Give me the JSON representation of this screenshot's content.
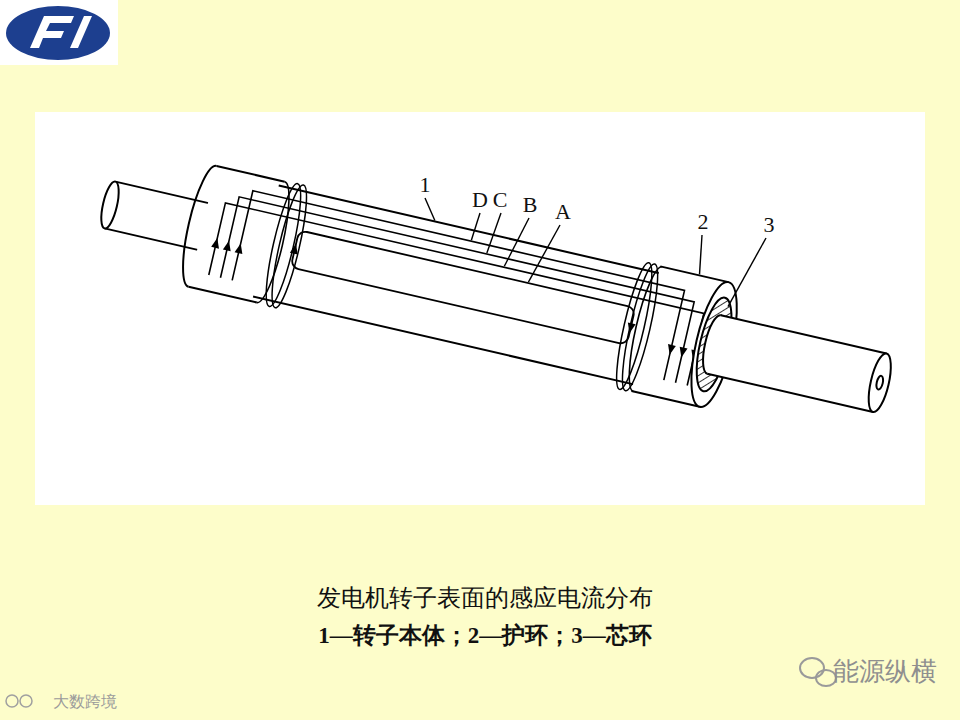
{
  "diagram": {
    "caption": "发电机转子表面的感应电流分布",
    "labels": [
      "1",
      "D",
      "C",
      "B",
      "A",
      "2",
      "3",
      "1—转子本体；2—护环；3—芯环",
      "能源纵横",
      "大数跨境"
    ]
  }
}
